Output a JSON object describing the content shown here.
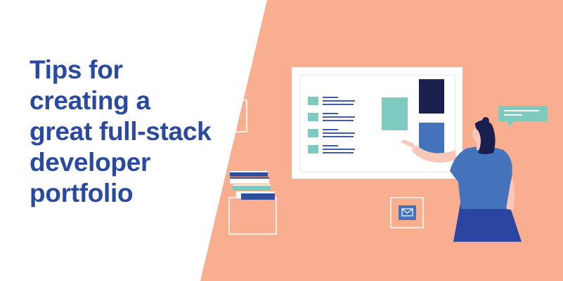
{
  "headline": {
    "lines": [
      "Tips for",
      "creating a",
      "great full-stack",
      "developer",
      "portfolio"
    ]
  },
  "colors": {
    "background_left": "#ffffff",
    "background_right": "#f9ae8f",
    "headline": "#2a4aa0",
    "accent_teal": "#7ccbbe",
    "accent_navy": "#1b1f4f",
    "accent_blue": "#4472bb",
    "text_line": "#3d5cae"
  },
  "icons": [
    "mail-icon",
    "chat-bubble-icon",
    "book-stack-icon"
  ]
}
